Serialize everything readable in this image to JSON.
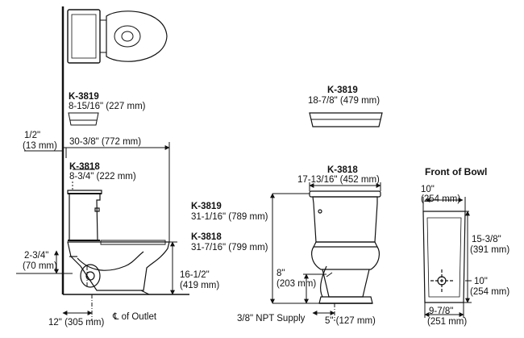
{
  "plan": {
    "tank_model": "K-3819",
    "tank_depth": "8-15/16\" (227 mm)",
    "wall_gap": "1/2\"",
    "wall_gap_mm": "(13 mm)",
    "overall_depth": "30-3/8\" (772 mm)"
  },
  "side_view": {
    "tank_model": "K-3818",
    "tank_depth": "8-3/4\" (222 mm)",
    "supply_height_in": "2-3/4\"",
    "supply_height_mm": "(70 mm)",
    "rim_height_in": "16-1/2\"",
    "rim_height_mm": "(419 mm)",
    "rough_in": "12\" (305 mm)",
    "outlet_label": "℄ of Outlet"
  },
  "front_view": {
    "tank_top_model": "K-3819",
    "tank_top_width": "18-7/8\" (479 mm)",
    "tank_model": "K-3818",
    "tank_width": "17-13/16\" (452 mm)",
    "height_3819_model": "K-3819",
    "height_3819": "31-1/16\" (789 mm)",
    "height_3818_model": "K-3818",
    "height_3818": "31-7/16\" (799 mm)",
    "supply_height_in": "8\"",
    "supply_height_mm": "(203 mm)",
    "supply_label": "3/8\" NPT Supply",
    "supply_offset": "5\" (127 mm)"
  },
  "bowl_front": {
    "title": "Front of Bowl",
    "top_width_in": "10\"",
    "top_width_mm": "(254 mm)",
    "height_in": "15-3/8\"",
    "height_mm": "(391 mm)",
    "outlet_in": "10\"",
    "outlet_mm": "(254 mm)",
    "base_width_in": "9-7/8\"",
    "base_width_mm": "(251 mm)"
  }
}
